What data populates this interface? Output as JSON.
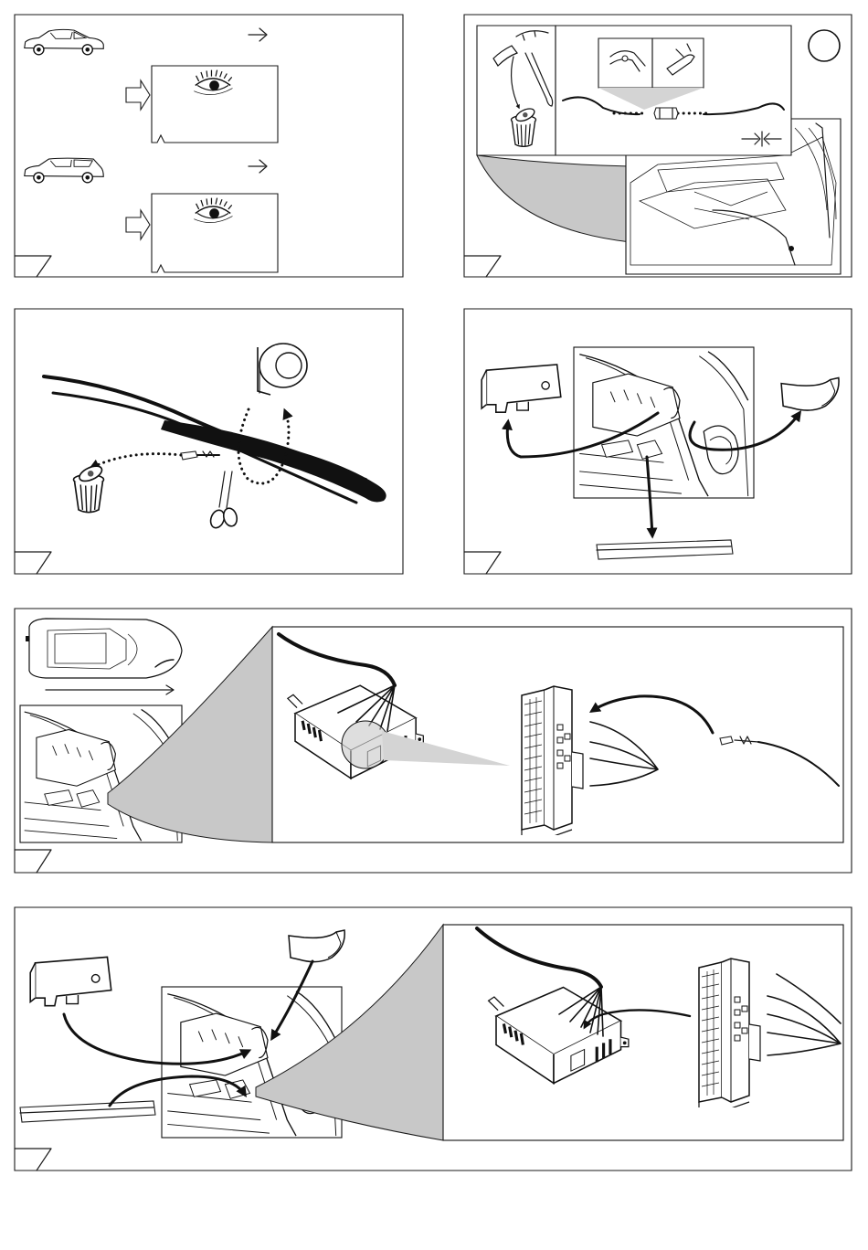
{
  "diagram": {
    "steps": [
      {
        "id": "step-1",
        "label": ""
      },
      {
        "id": "step-2",
        "label": ""
      },
      {
        "id": "step-3",
        "label": ""
      },
      {
        "id": "step-4",
        "label": ""
      },
      {
        "id": "step-5",
        "label": ""
      },
      {
        "id": "step-6",
        "label": ""
      }
    ],
    "icons": [
      "car-sedan-icon",
      "car-estate-icon",
      "eye-icon",
      "arrow-right-icon",
      "trash-bin-icon",
      "pliers-icon",
      "crimp-tool-icon",
      "butt-connector-icon",
      "tape-roll-icon",
      "scissors-icon",
      "trim-panel-icon",
      "sill-strip-icon",
      "control-module-icon",
      "multi-pin-connector-icon"
    ],
    "colors": {
      "line": "#1a1a1a",
      "shade": "#c8c8c8",
      "background": "#ffffff"
    }
  }
}
